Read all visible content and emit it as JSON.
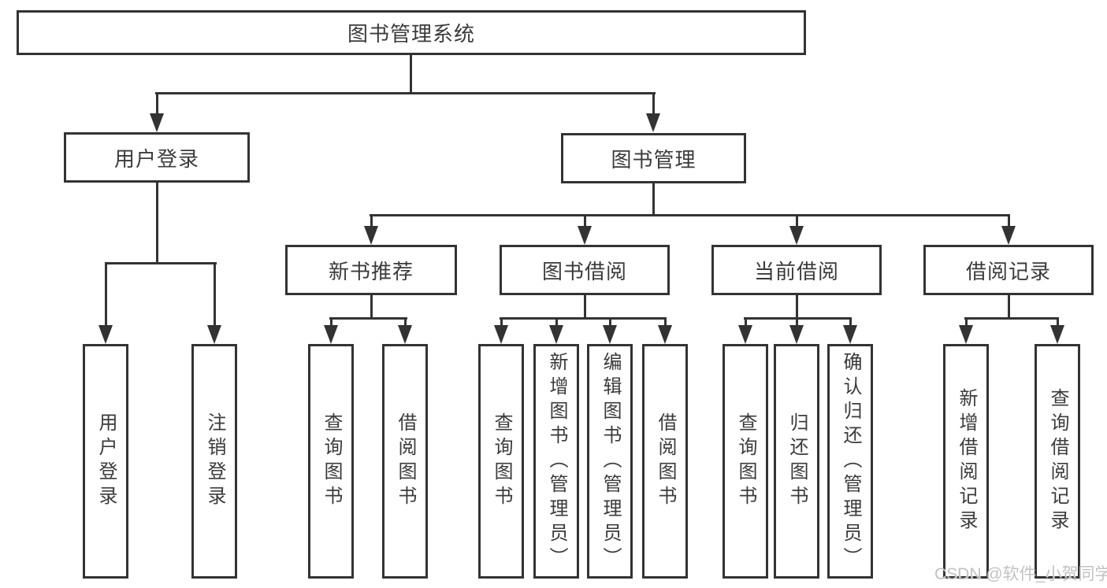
{
  "diagram": {
    "root": {
      "label": "图书管理系统"
    },
    "user_login": {
      "label": "用户登录",
      "children": [
        "用户登录",
        "注销登录"
      ]
    },
    "book_mgmt": {
      "label": "图书管理"
    },
    "new_books": {
      "label": "新书推荐",
      "children": [
        "查询图书",
        "借阅图书"
      ]
    },
    "book_borrow": {
      "label": "图书借阅",
      "children": [
        "查询图书",
        "新增图书（管理员）",
        "编辑图书（管理员）",
        "借阅图书"
      ]
    },
    "current_borrow": {
      "label": "当前借阅",
      "children": [
        "查询图书",
        "归还图书",
        "确认归还（管理员）"
      ]
    },
    "borrow_records": {
      "label": "借阅记录",
      "children": [
        "新增借阅记录",
        "查询借阅记录"
      ]
    }
  },
  "watermark": {
    "text": "CSDN @软件_小贺同学"
  },
  "colors": {
    "line": "#333333",
    "text": "#3b3b3b",
    "watermark": "#c2c2c2",
    "background": "#ffffff"
  }
}
